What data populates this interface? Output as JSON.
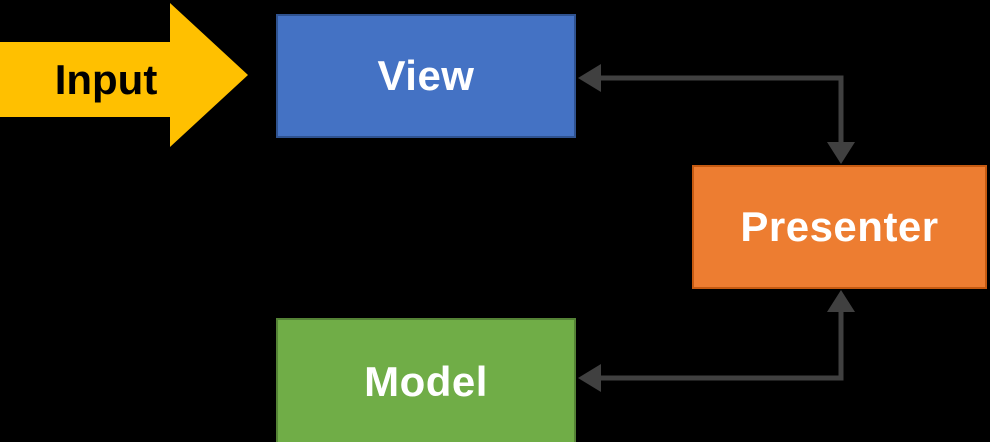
{
  "diagram": {
    "type": "architecture-flow-diagram",
    "background_color": "#000000",
    "input_arrow": {
      "label": "Input",
      "fill": "#FFC000",
      "text_color": "#000000",
      "direction": "right",
      "points_to": "view"
    },
    "nodes": [
      {
        "id": "view",
        "label": "View",
        "fill": "#4472C4",
        "border_color": "#2F528F",
        "text_color": "#FFFFFF"
      },
      {
        "id": "presenter",
        "label": "Presenter",
        "fill": "#ED7D31",
        "border_color": "#C55A11",
        "text_color": "#FFFFFF"
      },
      {
        "id": "model",
        "label": "Model",
        "fill": "#70AD47",
        "border_color": "#548235",
        "text_color": "#FFFFFF"
      }
    ],
    "connectors": [
      {
        "between": [
          "view",
          "presenter"
        ],
        "style": "elbow",
        "double_headed": true,
        "color": "#404040"
      },
      {
        "between": [
          "model",
          "presenter"
        ],
        "style": "elbow",
        "double_headed": true,
        "color": "#404040"
      }
    ]
  }
}
